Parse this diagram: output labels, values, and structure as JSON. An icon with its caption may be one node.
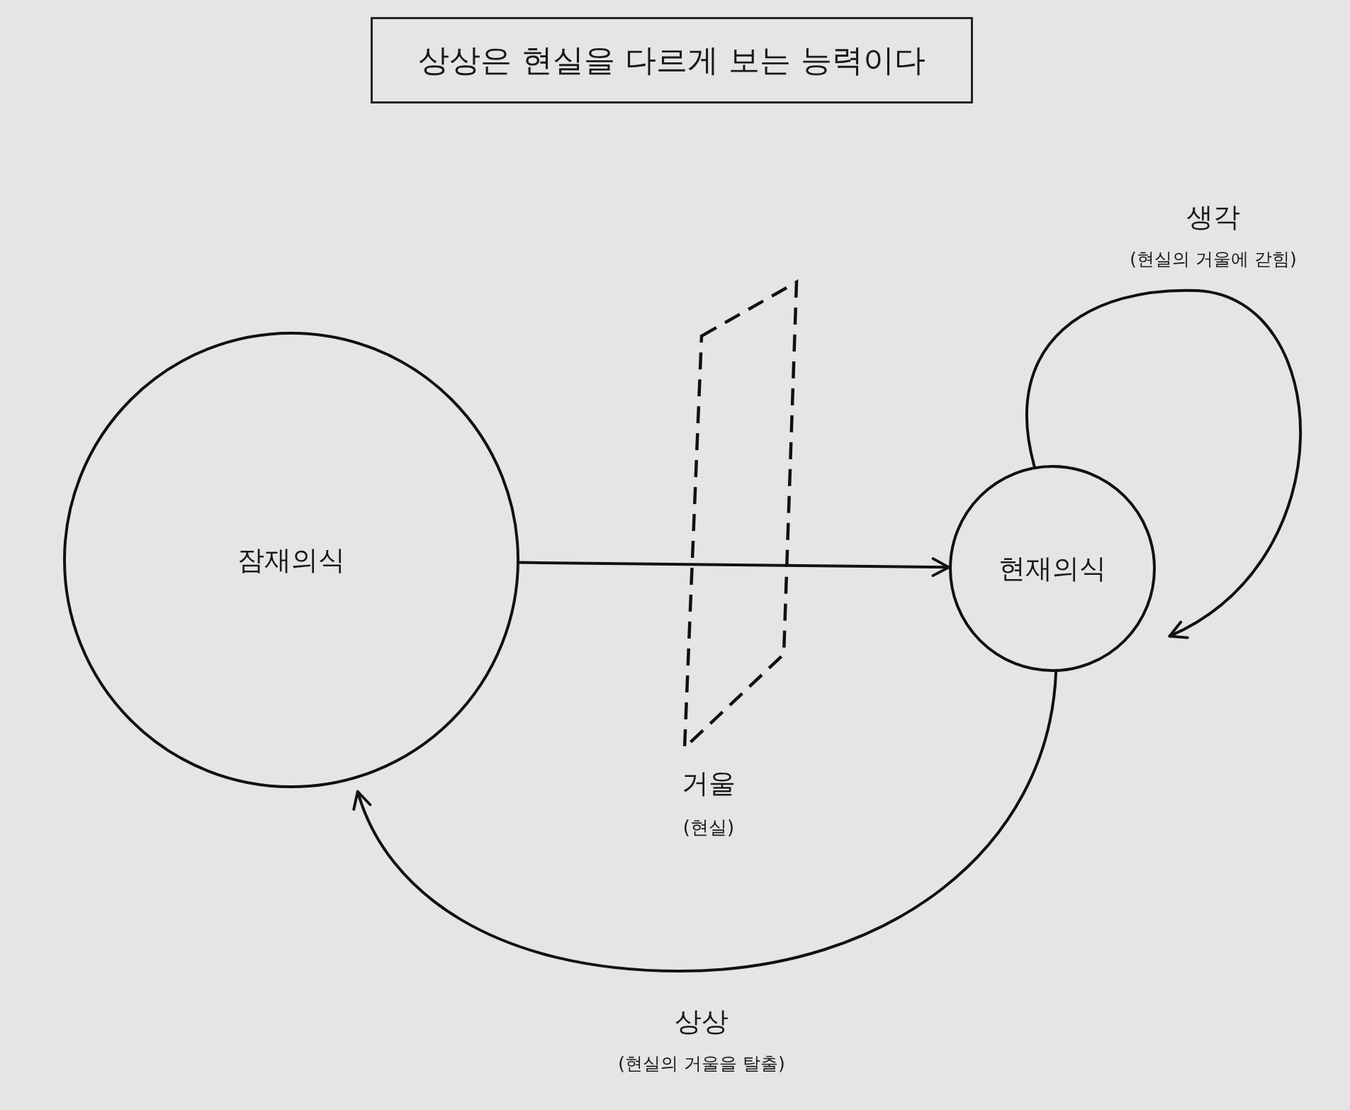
{
  "diagram": {
    "title": "상상은 현실을 다르게 보는 능력이다",
    "nodes": [
      {
        "text": [
          "잠재의식"
        ]
      },
      {
        "text": [
          "현재의식"
        ]
      }
    ],
    "edges": [
      {
        "from": 0,
        "to": 1,
        "arrow": "to"
      },
      {
        "from": 1,
        "to": 1,
        "arrow": "to",
        "label": "생각 (현실의 거울에 갇힘)"
      },
      {
        "from": 1,
        "to": 0,
        "arrow": "to",
        "label": "상상 (현실의 거울을 탈출)"
      }
    ],
    "labels": [
      "거울",
      "(현실)"
    ]
  }
}
